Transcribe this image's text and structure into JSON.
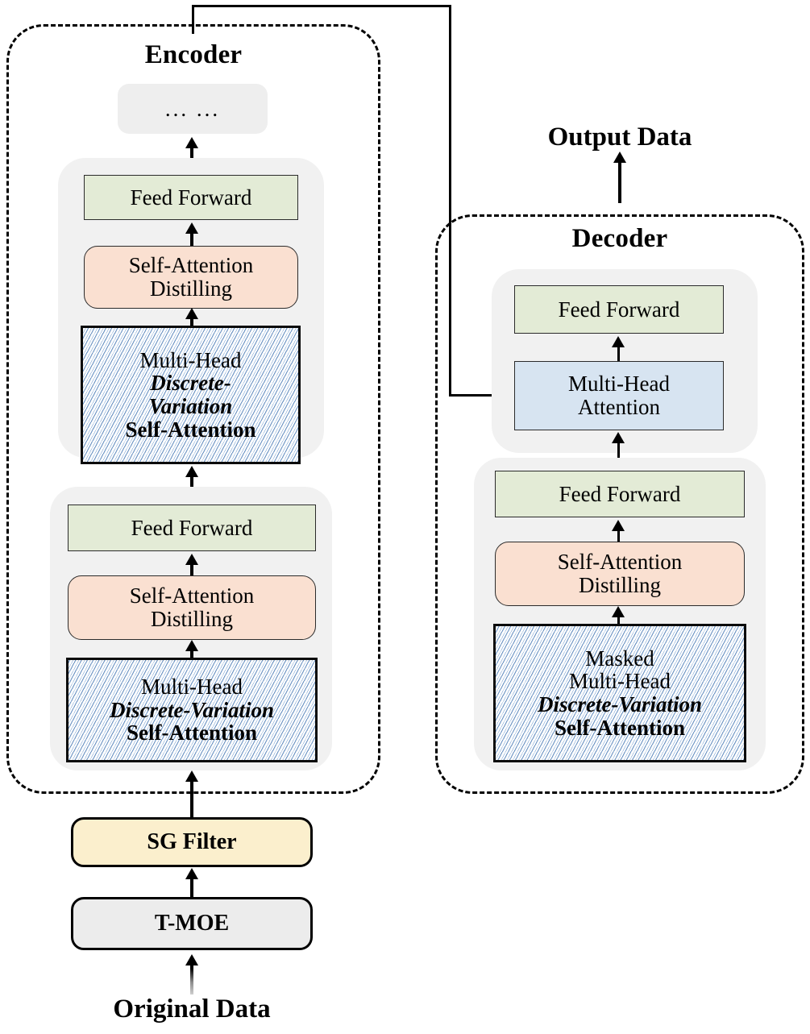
{
  "figure": {
    "type": "architecture-diagram",
    "background": "#ffffff"
  },
  "captions": {
    "original_data": "Original Data",
    "output_data": "Output Data"
  },
  "regions": [
    {
      "id": "encoder",
      "title": "Encoder"
    },
    {
      "id": "decoder",
      "title": "Decoder"
    }
  ],
  "palette": {
    "feed_forward": "#e3ebd6",
    "distilling": "#fae0d1",
    "multi_head_attention": "#d7e4f1",
    "hatch_line": "#6e95c4",
    "sg_filter": "#fbefcd",
    "t_moe": "#ececec",
    "group_panel": "#f1f1f1",
    "ellipsis_box": "#eeeeee",
    "stroke": "#000000"
  },
  "encoder": {
    "title": "Encoder",
    "ellipsis": "... ...",
    "layer_top": {
      "feed_forward": "Feed Forward",
      "distilling": [
        "Self-Attention",
        "Distilling"
      ],
      "attention": [
        "Multi-Head",
        "Discrete-",
        "Variation",
        "Self-Attention"
      ]
    },
    "layer_bottom": {
      "feed_forward": "Feed Forward",
      "distilling": [
        "Self-Attention",
        "Distilling"
      ],
      "attention": [
        "Multi-Head",
        "Discrete-Variation",
        "Self-Attention"
      ]
    }
  },
  "decoder": {
    "title": "Decoder",
    "layer_top": {
      "feed_forward": "Feed Forward",
      "cross_attention": [
        "Multi-Head",
        "Attention"
      ]
    },
    "layer_bottom": {
      "feed_forward": "Feed Forward",
      "distilling": [
        "Self-Attention",
        "Distilling"
      ],
      "attention": [
        "Masked",
        "Multi-Head",
        "Discrete-Variation",
        "Self-Attention"
      ]
    }
  },
  "preprocess": {
    "sg_filter": "SG Filter",
    "t_moe": "T-MOE"
  }
}
